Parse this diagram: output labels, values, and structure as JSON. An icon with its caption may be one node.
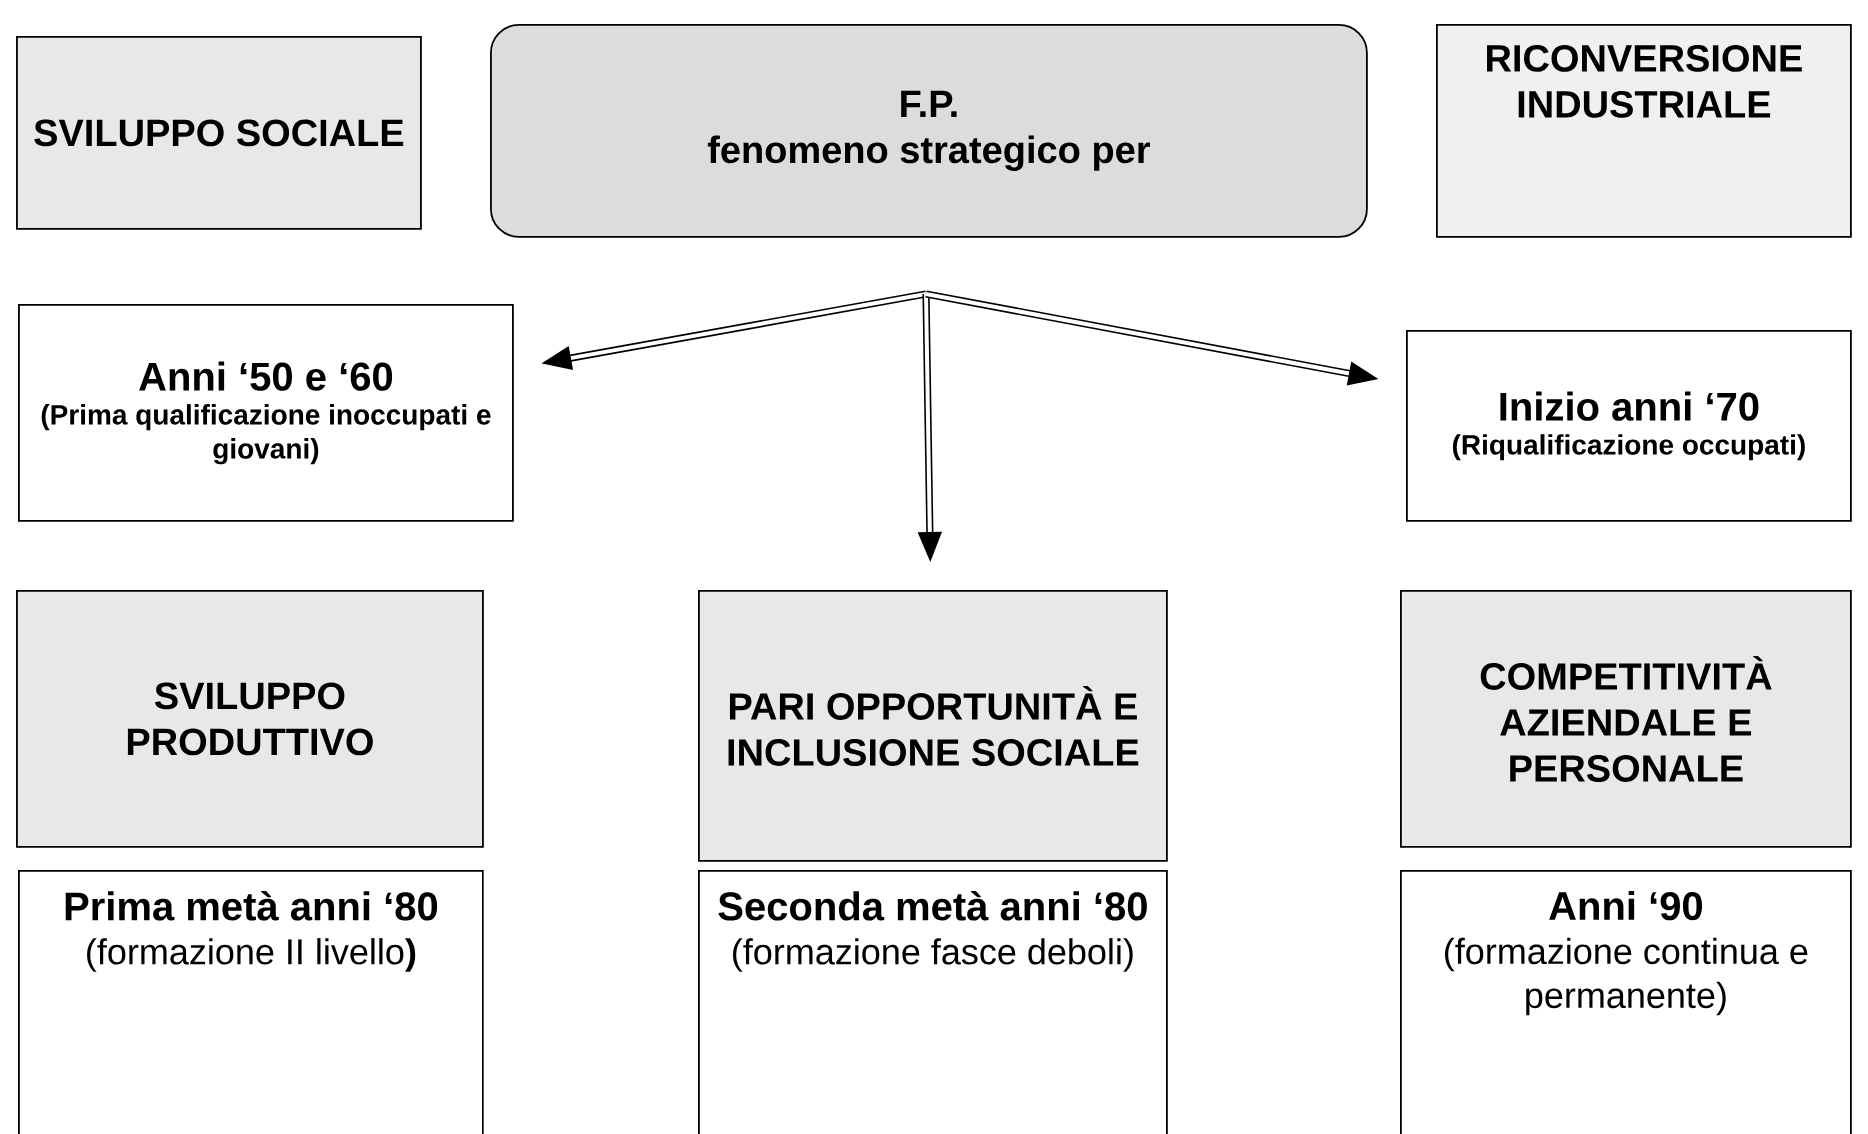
{
  "diagram": {
    "nodes": [
      {
        "text": [
          "SVILUPPO SOCIALE"
        ]
      },
      {
        "text": [
          "F.P.",
          "fenomeno strategico per"
        ]
      },
      {
        "text": [
          "RICONVERSIONE INDUSTRIALE"
        ]
      },
      {
        "text": [
          "Anni ‘50 e ‘60",
          "(Prima qualificazione inoccupati e giovani)"
        ]
      },
      {
        "text": [
          "Inizio anni ‘70",
          "(Riqualificazione occupati)"
        ]
      },
      {
        "text": [
          "SVILUPPO PRODUTTIVO"
        ]
      },
      {
        "text": [
          "PARI OPPORTUNITÀ E INCLUSIONE SOCIALE"
        ]
      },
      {
        "text": [
          "COMPETITIVITÀ AZIENDALE E PERSONALE"
        ]
      },
      {
        "text": [
          "Prima metà anni ‘80",
          "(formazione II livello**)**"
        ]
      },
      {
        "text": [
          "Seconda metà anni ‘80",
          "(formazione fasce deboli)"
        ]
      },
      {
        "text": [
          "Anni ‘90",
          "(formazione continua e permanente)"
        ]
      }
    ],
    "edges": [
      {
        "from": null,
        "to": 3,
        "arrow": "to"
      },
      {
        "from": null,
        "to": 6,
        "arrow": "to"
      },
      {
        "from": null,
        "to": 4,
        "arrow": "to"
      }
    ]
  }
}
